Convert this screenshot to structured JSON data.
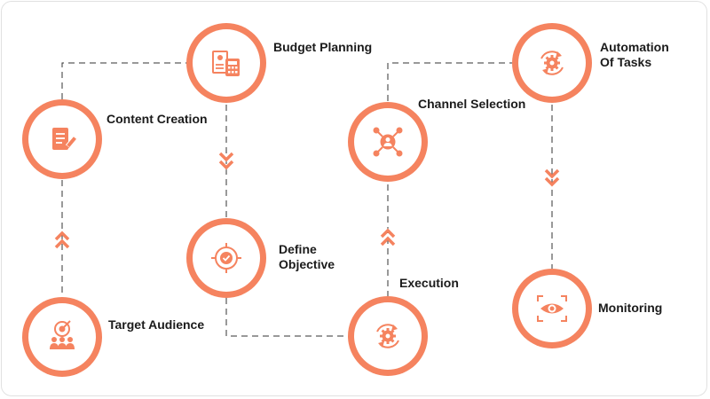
{
  "colors": {
    "accent": "#F5835F",
    "ring_inner": "#FFFFFF",
    "connector": "#333333",
    "text": "#1B1B1B"
  },
  "nodes": [
    {
      "id": "target-audience",
      "icon": "target-audience-icon",
      "lines": [
        "Target Audience"
      ]
    },
    {
      "id": "content-creation",
      "icon": "document-pencil-icon",
      "lines": [
        "Content Creation"
      ]
    },
    {
      "id": "budget-planning",
      "icon": "calculator-budget-icon",
      "lines": [
        "Budget Planning"
      ]
    },
    {
      "id": "define-objective",
      "icon": "target-crosshair-icon",
      "lines": [
        "Define",
        "Objective"
      ]
    },
    {
      "id": "execution",
      "icon": "gear-cycle-icon",
      "lines": [
        "Execution"
      ]
    },
    {
      "id": "channel-selection",
      "icon": "network-hub-icon",
      "lines": [
        "Channel Selection"
      ]
    },
    {
      "id": "automation-of-tasks",
      "icon": "gear-cycle-icon",
      "lines": [
        "Automation",
        "Of Tasks"
      ]
    },
    {
      "id": "monitoring",
      "icon": "eye-icon",
      "lines": [
        "Monitoring"
      ]
    }
  ],
  "flow": [
    {
      "from": "target-audience",
      "to": "content-creation",
      "arrow": "up"
    },
    {
      "from": "content-creation",
      "to": "budget-planning",
      "arrow": "none"
    },
    {
      "from": "budget-planning",
      "to": "define-objective",
      "arrow": "down"
    },
    {
      "from": "define-objective",
      "to": "execution",
      "arrow": "none"
    },
    {
      "from": "execution",
      "to": "channel-selection",
      "arrow": "up"
    },
    {
      "from": "channel-selection",
      "to": "automation-of-tasks",
      "arrow": "none"
    },
    {
      "from": "automation-of-tasks",
      "to": "monitoring",
      "arrow": "down"
    }
  ]
}
